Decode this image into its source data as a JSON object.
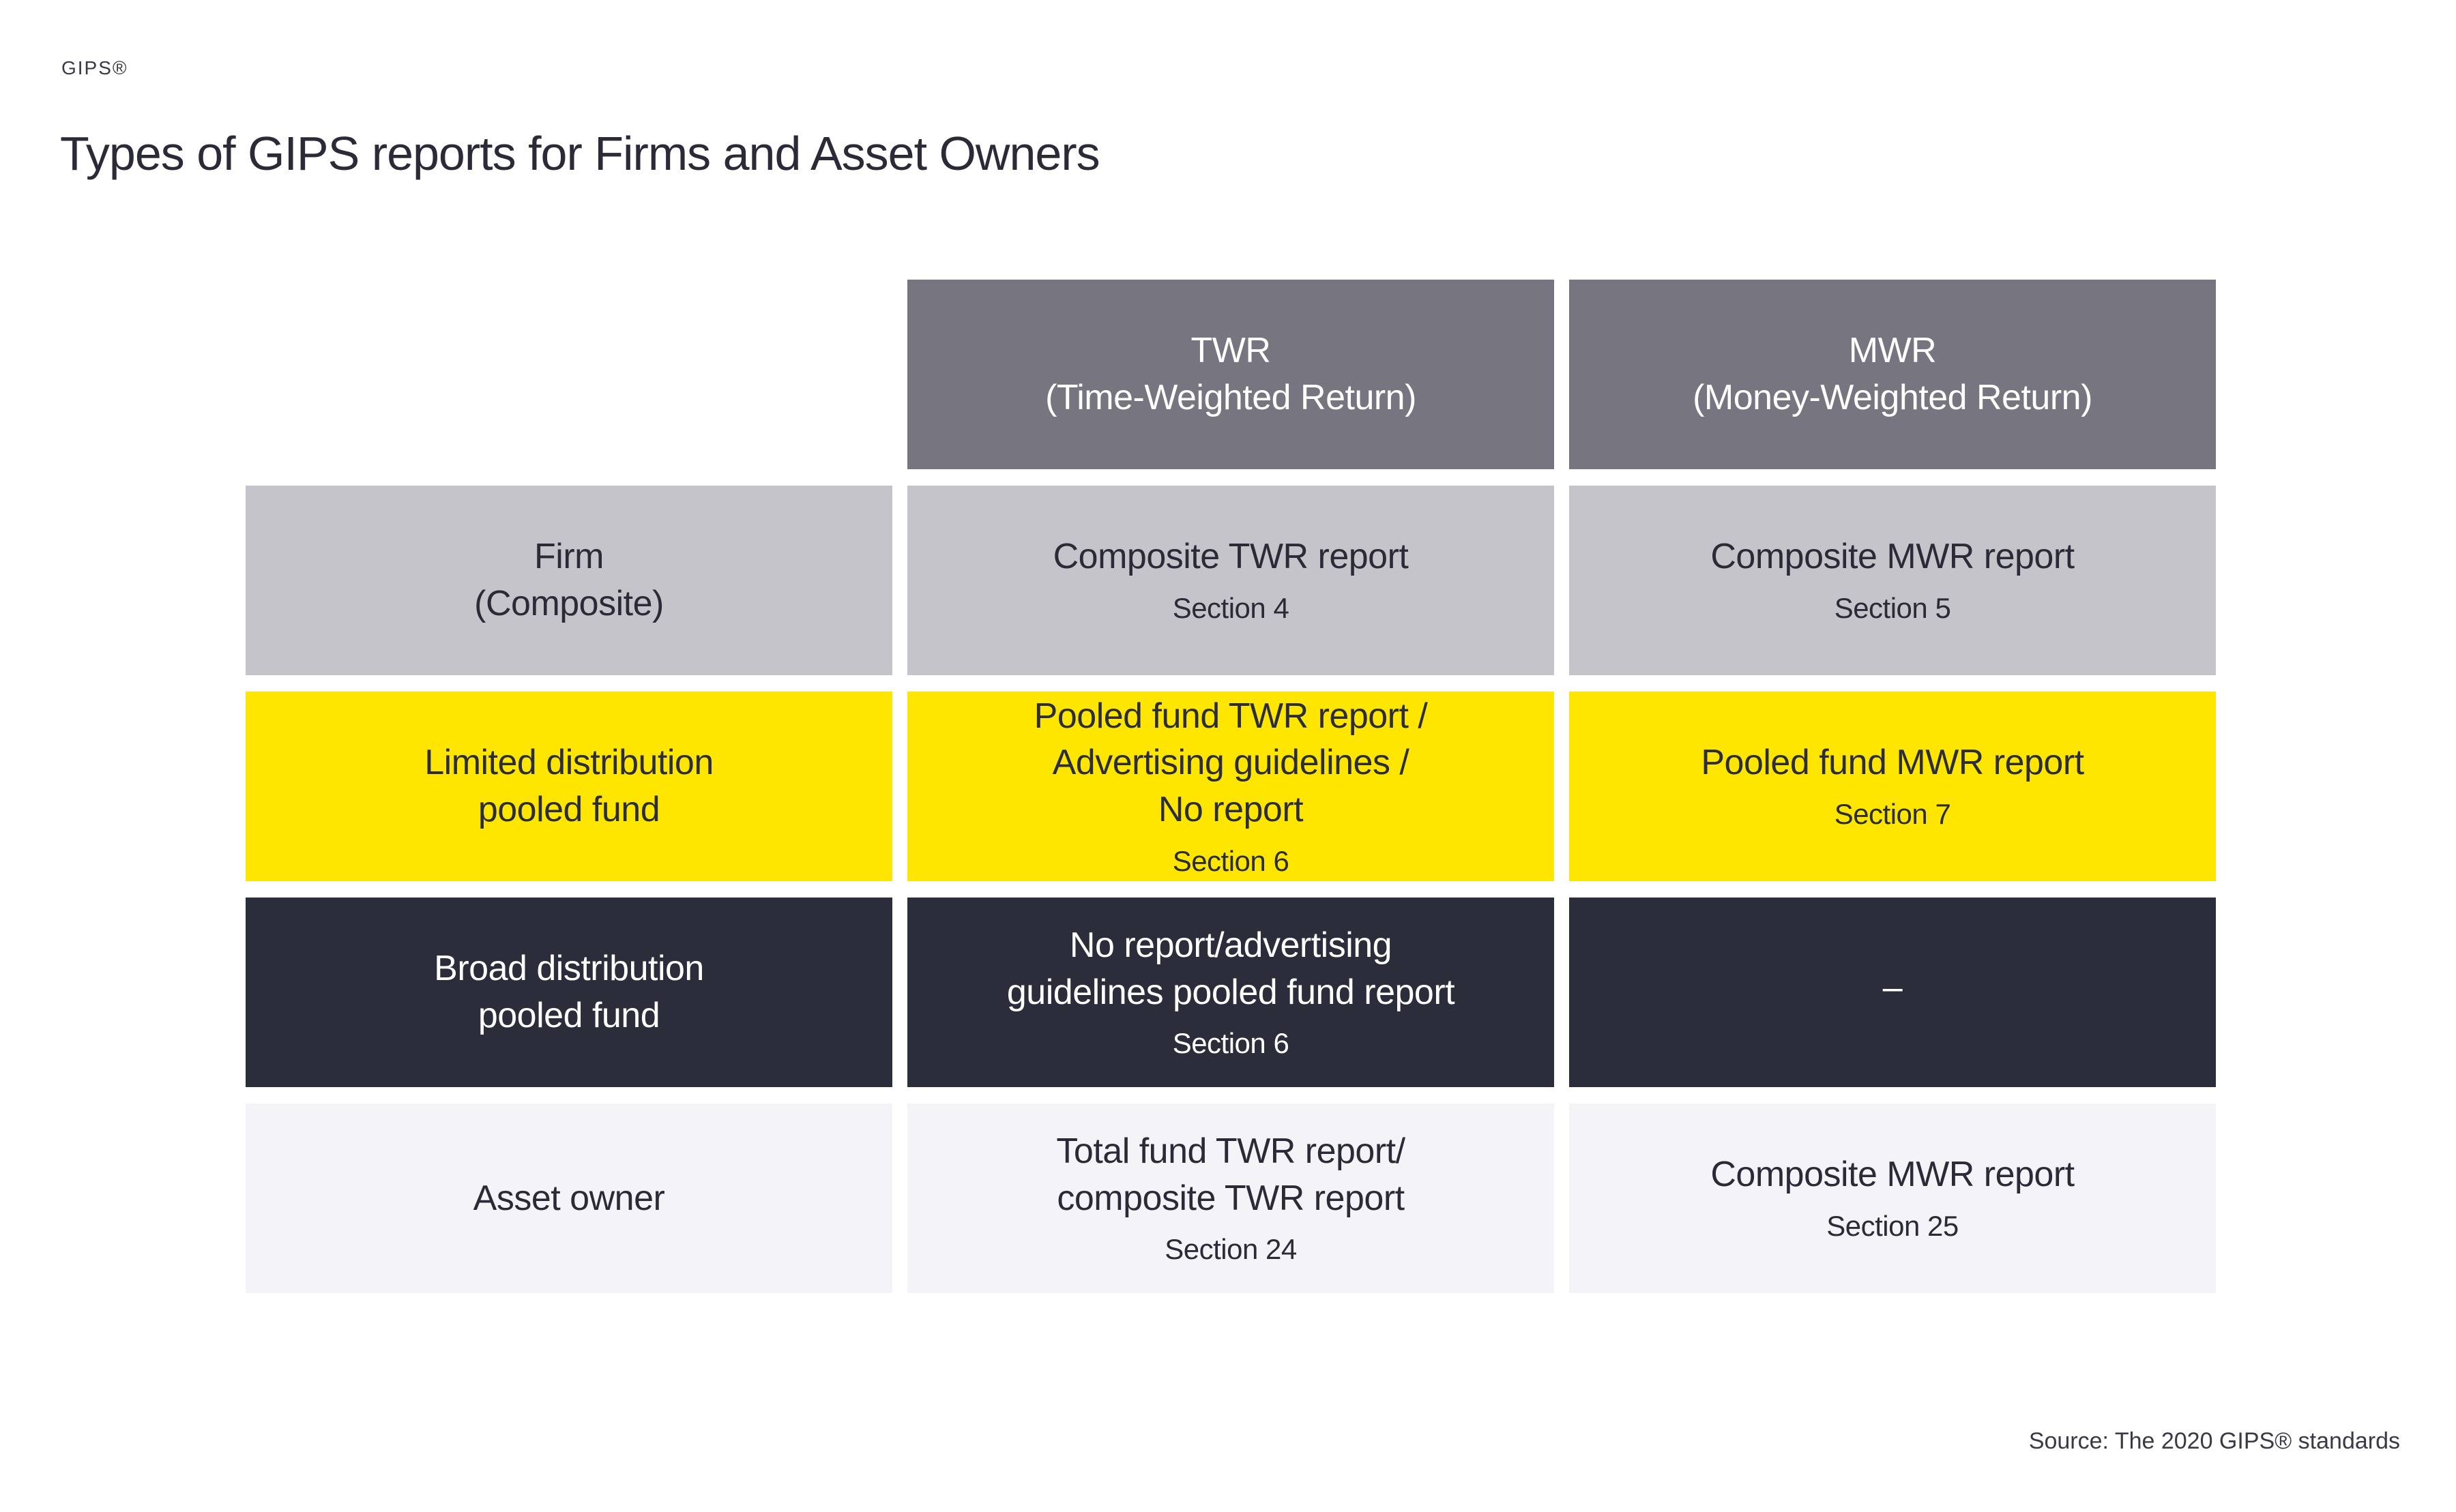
{
  "page": {
    "brand": "GIPS®",
    "title": "Types of GIPS reports for Firms and Asset Owners",
    "source": "Source: The 2020 GIPS® standards"
  },
  "colors": {
    "accent_yellow": "#FFE600",
    "column_header_gray": "#77757F",
    "row_light_gray": "#C5C4CB",
    "row_dark": "#2B2D3A",
    "row_lightest": "#F4F4F8",
    "text_dark": "#2B2B38",
    "text_light": "#FFFFFF"
  },
  "table": {
    "column_headers": [
      {
        "text": "TWR\n(Time-Weighted Return)"
      },
      {
        "text": "MWR\n(Money-Weighted Return)"
      }
    ],
    "rows": [
      {
        "label": "Firm\n(Composite)",
        "twr": {
          "text": "Composite TWR report",
          "section": "Section 4"
        },
        "mwr": {
          "text": "Composite MWR report",
          "section": "Section 5"
        }
      },
      {
        "label": "Limited distribution\npooled fund",
        "twr": {
          "text": "Pooled fund TWR report /\nAdvertising guidelines /\nNo report",
          "section": "Section 6"
        },
        "mwr": {
          "text": "Pooled fund MWR report",
          "section": "Section 7"
        }
      },
      {
        "label": "Broad distribution\npooled fund",
        "twr": {
          "text": "No report/advertising\nguidelines pooled fund report",
          "section": "Section 6"
        },
        "mwr": {
          "text": "–",
          "section": ""
        }
      },
      {
        "label": "Asset owner",
        "twr": {
          "text": "Total fund TWR report/\ncomposite TWR report",
          "section": "Section 24"
        },
        "mwr": {
          "text": "Composite MWR report",
          "section": "Section 25"
        }
      }
    ]
  }
}
